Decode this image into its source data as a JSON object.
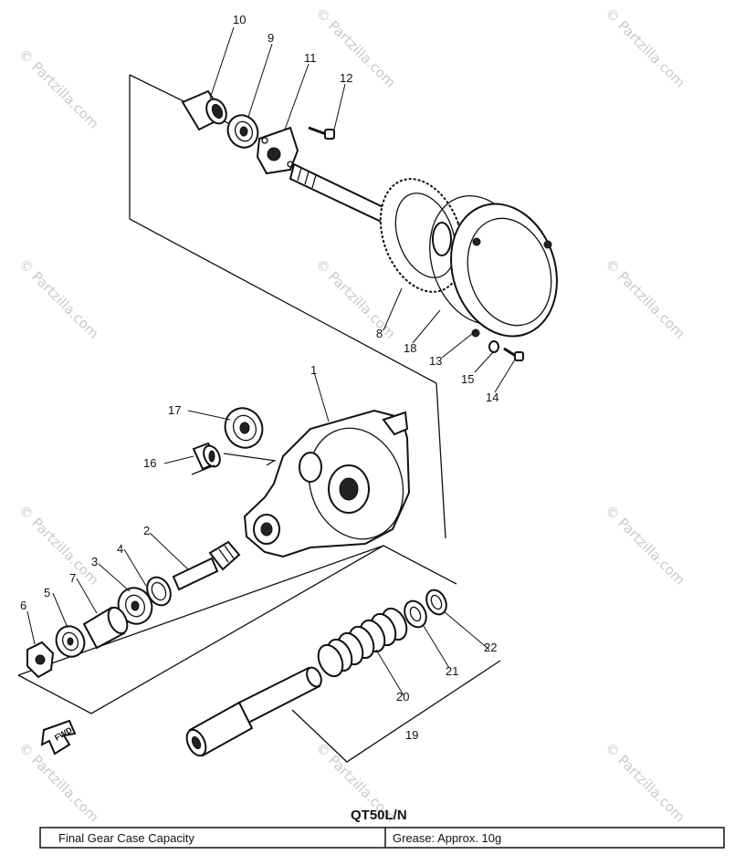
{
  "watermark": "© Partzilla.com",
  "model": "QT50L/N",
  "footer": {
    "label": "Final Gear Case Capacity",
    "value": "Grease: Approx. 10g"
  },
  "callouts": {
    "c1": "1",
    "c2": "2",
    "c3": "3",
    "c4": "4",
    "c5": "5",
    "c6": "6",
    "c7": "7",
    "c8": "8",
    "c9": "9",
    "c10": "10",
    "c11": "11",
    "c12": "12",
    "c13": "13",
    "c14": "14",
    "c15": "15",
    "c16": "16",
    "c17": "17",
    "c18": "18",
    "c19": "19",
    "c20": "20",
    "c21": "21",
    "c22": "22"
  },
  "direction_marker": "FWD"
}
